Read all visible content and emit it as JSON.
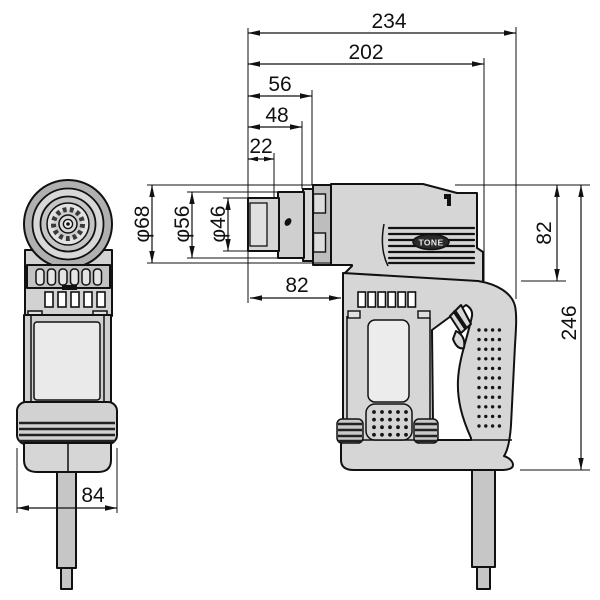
{
  "drawing": {
    "logo_text": "TONE",
    "dimensions": {
      "overall_length": "234",
      "housing_length": "202",
      "nose_len_56": "56",
      "nose_len_48": "48",
      "nose_len_22": "22",
      "dia_outer": "φ68",
      "dia_mid": "φ56",
      "dia_socket": "φ46",
      "nose_to_body": "82",
      "head_height": "82",
      "overall_height": "246",
      "grip_width": "84"
    }
  }
}
